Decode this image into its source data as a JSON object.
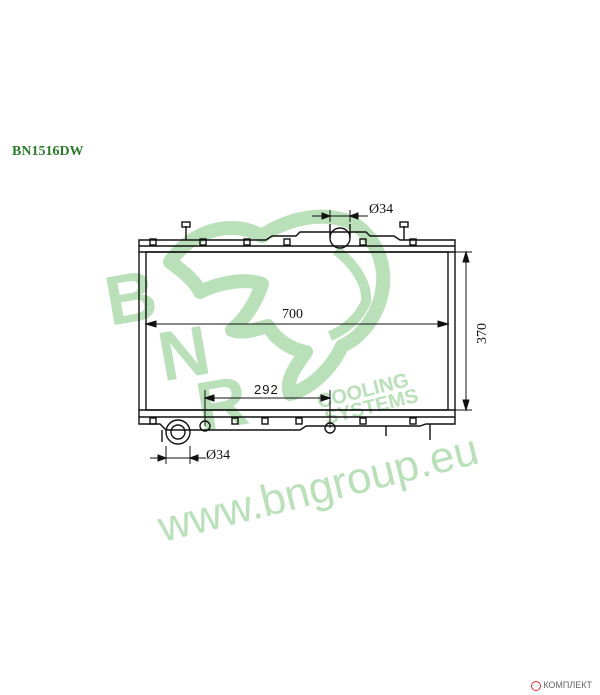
{
  "part_code": "BN1516DW",
  "dimensions": {
    "width_mm": "700",
    "height_mm": "370",
    "pipe_spacing": "292",
    "top_pipe": "Ø34",
    "bottom_pipe": "Ø34"
  },
  "watermark": {
    "brand_letters": [
      "B",
      "N",
      "R"
    ],
    "tagline_line1": "COOLING",
    "tagline_line2": "SYSTEMS",
    "url": "www.bngroup.eu",
    "color": "#b9e0b9"
  },
  "footer": {
    "source": "КОМПЛЕКТ"
  }
}
